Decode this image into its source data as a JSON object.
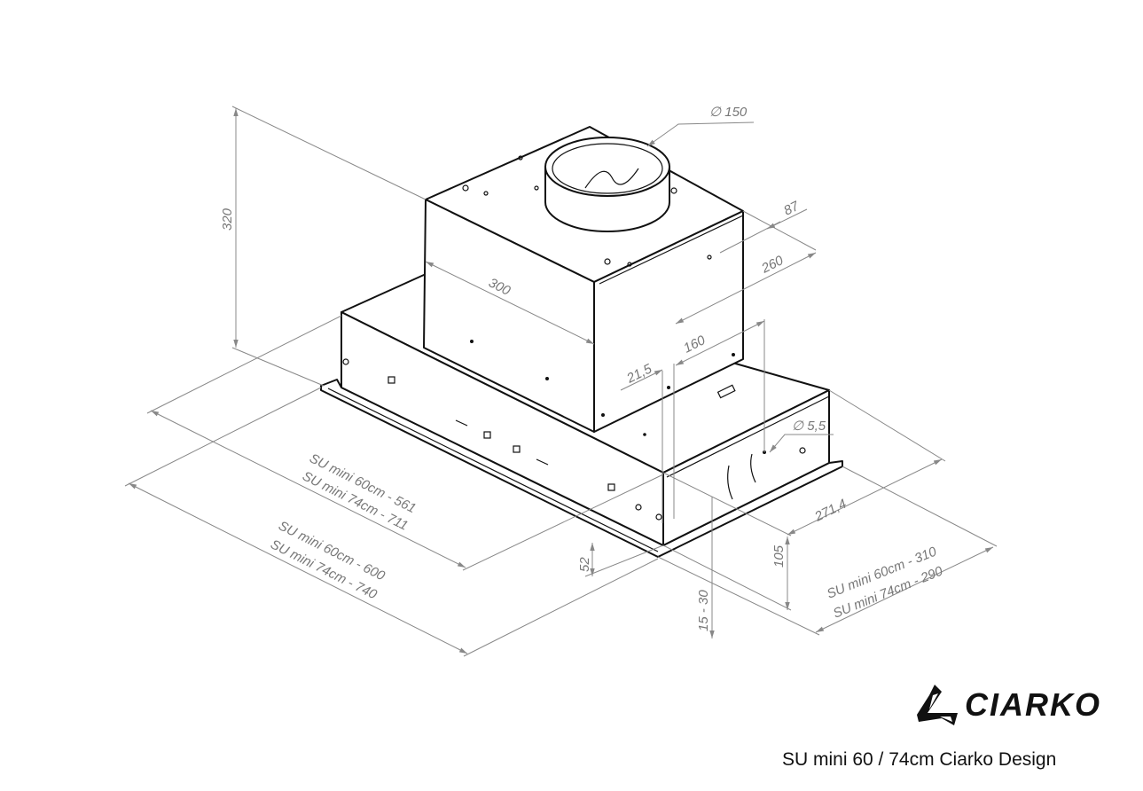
{
  "dimensions": {
    "duct_diameter": "∅ 150",
    "d87": "87",
    "d260": "260",
    "d300": "300",
    "d160": "160",
    "d21_5": "21,5",
    "hole_diameter": "∅ 5,5",
    "d271_4": "271,4",
    "d320": "320",
    "d105": "105",
    "d52": "52",
    "d15_30": "15 - 30",
    "width_inner_60": "SU mini 60cm - 561",
    "width_inner_74": "SU mini 74cm - 711",
    "width_outer_60": "SU mini 60cm - 600",
    "width_outer_74": "SU mini 74cm - 740",
    "depth_60": "SU mini 60cm - 310",
    "depth_74": "SU mini 74cm - 290"
  },
  "logo": {
    "text": "CIARKO"
  },
  "caption": "SU mini 60 / 74cm Ciarko Design"
}
